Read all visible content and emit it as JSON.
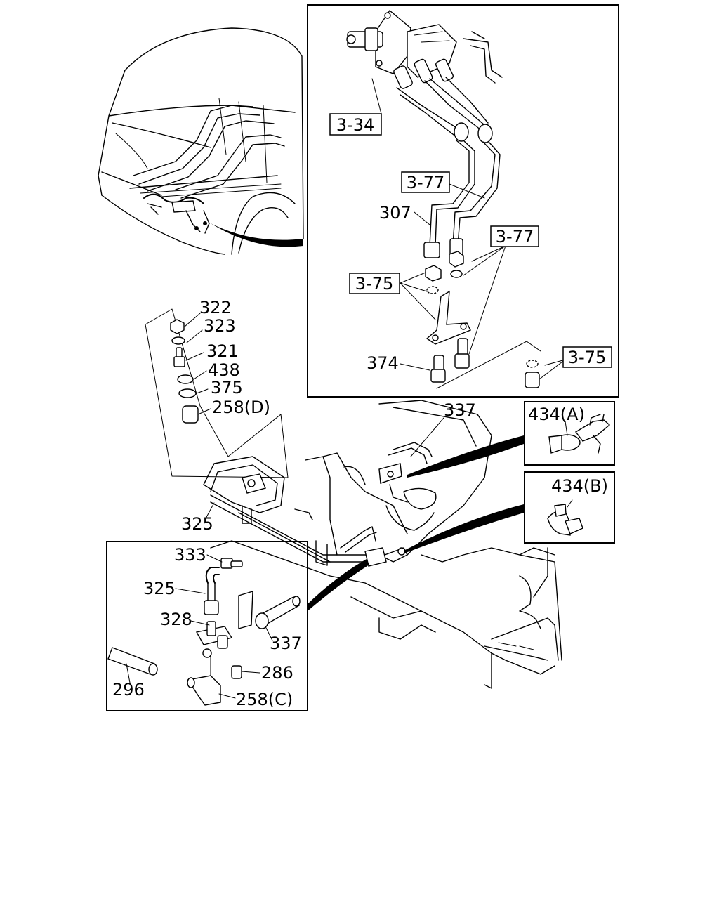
{
  "diagram": {
    "boxed_callouts": {
      "c3_34": "3-34",
      "c3_77a": "3-77",
      "c3_77b": "3-77",
      "c3_75a": "3-75",
      "c3_75b": "3-75"
    },
    "callouts": {
      "p307": "307",
      "p374": "374",
      "p322": "322",
      "p323": "323",
      "p321": "321",
      "p438": "438",
      "p375": "375",
      "p258d": "258(D)",
      "p337_top": "337",
      "p434a": "434(A)",
      "p434b": "434(B)",
      "p325_main": "325",
      "p333": "333",
      "p325_inset": "325",
      "p328": "328",
      "p337_inset": "337",
      "p286": "286",
      "p296": "296",
      "p258c": "258(C)"
    }
  }
}
